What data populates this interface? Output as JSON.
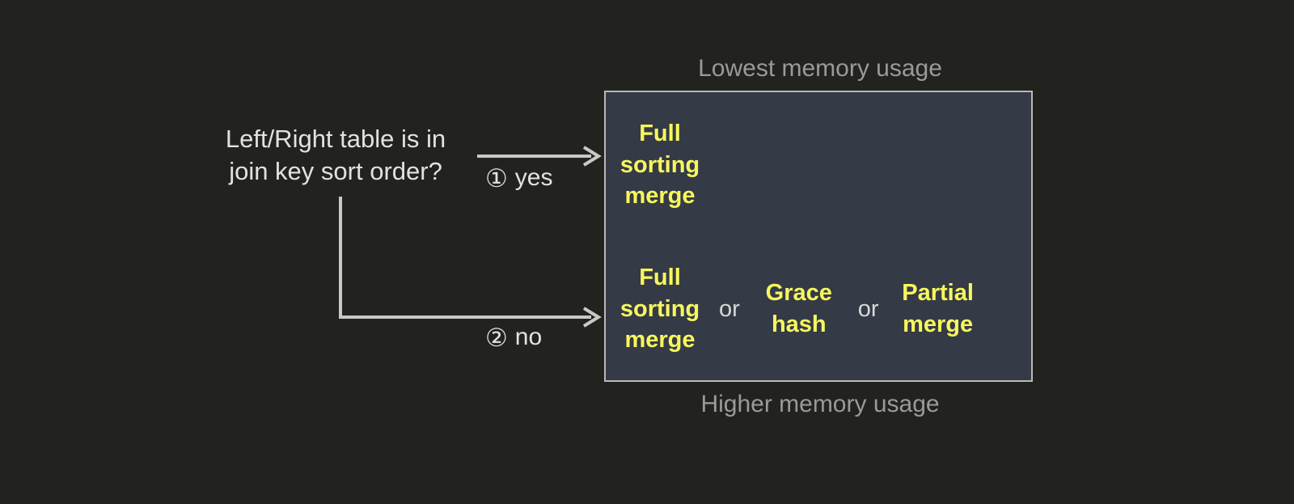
{
  "diagram": {
    "question": "Left/Right table is in\njoin key sort order?",
    "branches": [
      {
        "marker": "①",
        "label": "yes",
        "name": "yes"
      },
      {
        "marker": "②",
        "label": "no",
        "name": "no"
      }
    ],
    "captions": {
      "top": "Lowest memory usage",
      "bottom": "Higher memory usage"
    },
    "panel": {
      "sorted_row": {
        "options": [
          {
            "text": "Full\nsorting\nmerge"
          }
        ]
      },
      "unsorted_row": {
        "options": [
          {
            "text": "Full\nsorting\nmerge"
          },
          {
            "text": "Grace\nhash"
          },
          {
            "text": "Partial\nmerge"
          }
        ],
        "separator": "or"
      }
    },
    "colors": {
      "background": "#22231f",
      "panel_fill": "#353a47",
      "panel_border": "#b9b9b5",
      "option_text": "#f7f75c",
      "body_text": "#e2e2e0",
      "caption_text": "#9a9a97",
      "connector": "#c9c9c5"
    }
  }
}
